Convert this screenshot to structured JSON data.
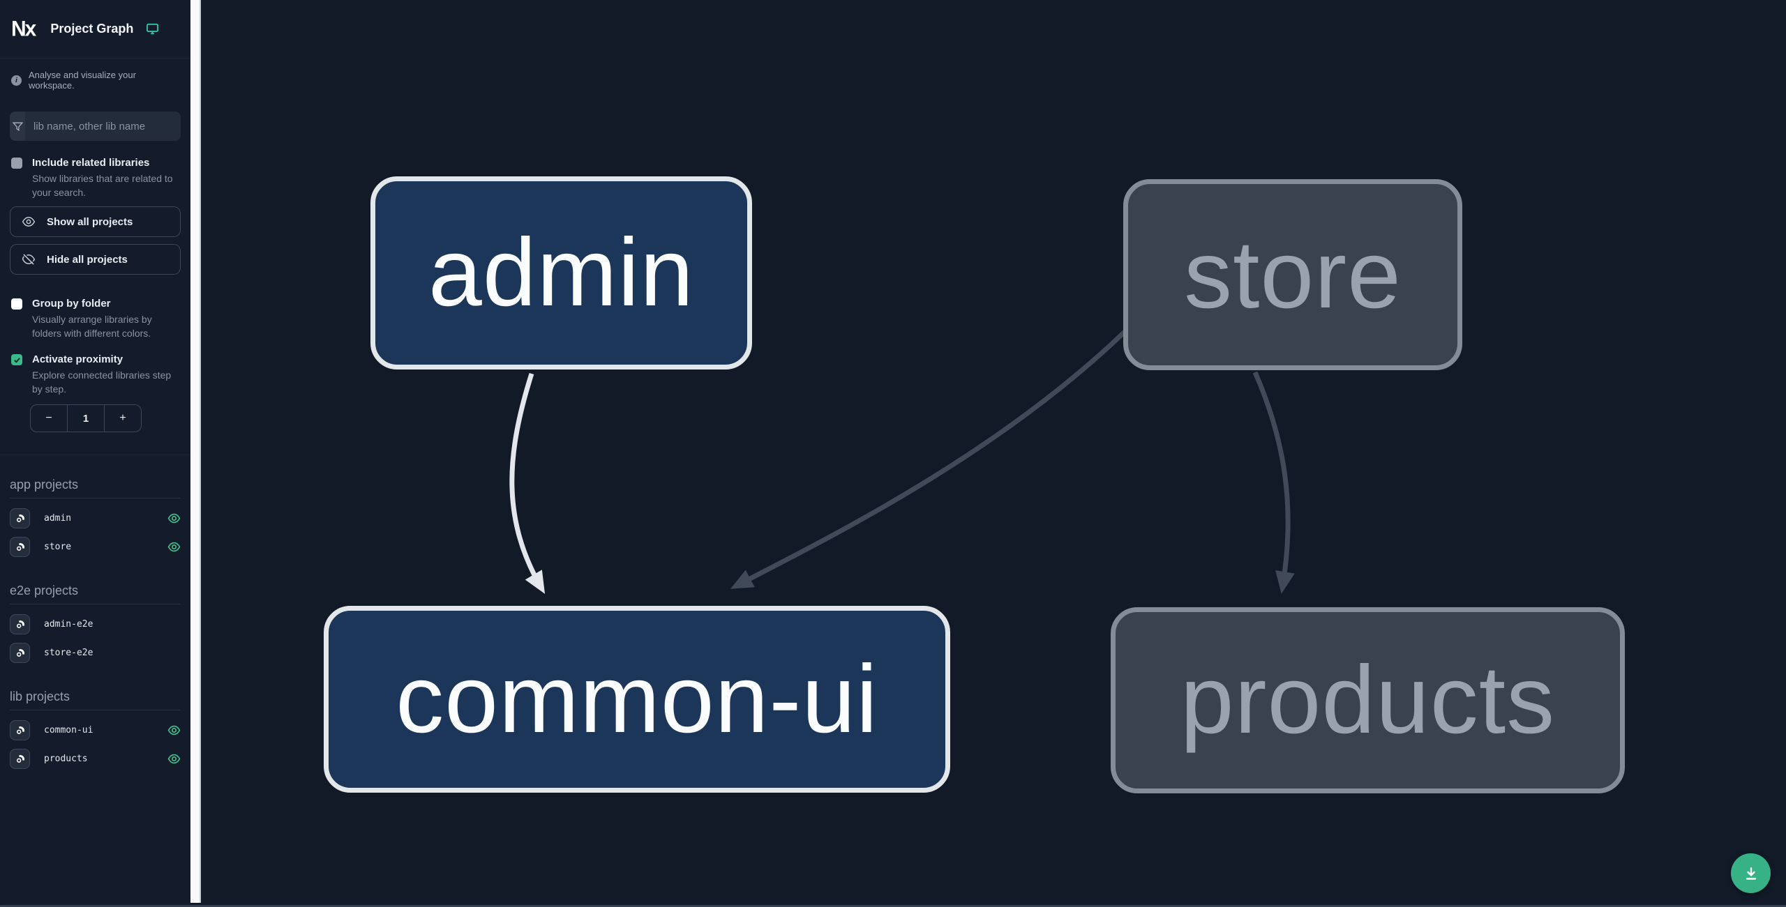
{
  "header": {
    "app_title": "Project Graph",
    "logo_text": "Nx"
  },
  "sidebar": {
    "tagline": "Analyse and visualize your workspace.",
    "filter": {
      "placeholder": "lib name, other lib name",
      "value": ""
    },
    "include_related": {
      "label": "Include related libraries",
      "desc": "Show libraries that are related to your search.",
      "checked": false
    },
    "show_all_label": "Show all projects",
    "hide_all_label": "Hide all projects",
    "group_by_folder": {
      "label": "Group by folder",
      "desc": "Visually arrange libraries by folders with different colors.",
      "checked": false
    },
    "proximity": {
      "label": "Activate proximity",
      "desc": "Explore connected libraries step by step.",
      "checked": true,
      "minus": "−",
      "value": "1",
      "plus": "+"
    },
    "sections": [
      {
        "title": "app projects",
        "items": [
          {
            "name": "admin",
            "visible": true
          },
          {
            "name": "store",
            "visible": true
          }
        ]
      },
      {
        "title": "e2e projects",
        "items": [
          {
            "name": "admin-e2e",
            "visible": false
          },
          {
            "name": "store-e2e",
            "visible": false
          }
        ]
      },
      {
        "title": "lib projects",
        "items": [
          {
            "name": "common-ui",
            "visible": true
          },
          {
            "name": "products",
            "visible": true
          }
        ]
      }
    ]
  },
  "graph": {
    "nodes": [
      {
        "label": "admin",
        "state": "focused"
      },
      {
        "label": "store",
        "state": "faded"
      },
      {
        "label": "common-ui",
        "state": "focused"
      },
      {
        "label": "products",
        "state": "faded"
      }
    ],
    "edges": [
      {
        "from": "admin",
        "to": "common-ui",
        "style": "highlighted"
      },
      {
        "from": "store",
        "to": "common-ui",
        "style": "faded"
      },
      {
        "from": "store",
        "to": "products",
        "style": "faded"
      }
    ]
  },
  "colors": {
    "accent_green": "#36b286",
    "icon_teal": "#2fc2a0",
    "eye_green": "#44c28d",
    "node_focused_fill": "#1b3658",
    "node_focused_border": "#e4e7ea",
    "node_faded_fill": "#3b424f",
    "node_faded_border": "#848c98",
    "edge_highlight": "#e3e6eb",
    "edge_faded": "#404a59",
    "sidebar_bg": "#141c2b",
    "graph_bg": "#121a28"
  },
  "fab": {
    "icon": "download"
  }
}
